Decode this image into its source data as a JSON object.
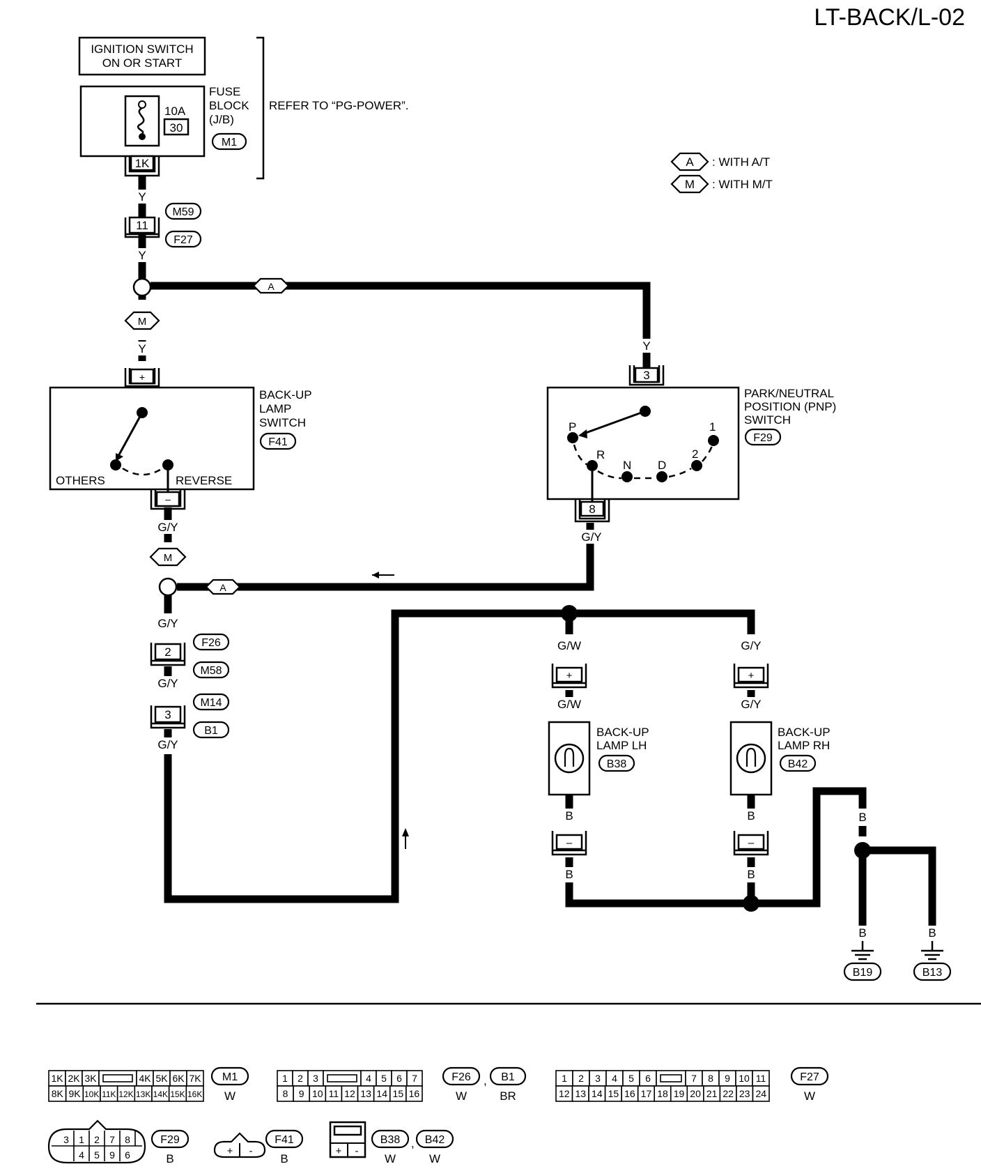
{
  "page": {
    "code": "LT-BACK/L-02"
  },
  "power": {
    "ignition_line1": "IGNITION SWITCH",
    "ignition_line2": "ON OR START",
    "fuse_block_line1": "FUSE",
    "fuse_block_line2": "BLOCK",
    "fuse_block_line3": "(J/B)",
    "fuse_rating": "10A",
    "fuse_number": "30",
    "fuse_connector": "M1",
    "fuse_terminal": "1K",
    "refer_note": "REFER TO “PG-POWER”."
  },
  "legend": [
    {
      "code": "A",
      "text": ": WITH A/T"
    },
    {
      "code": "M",
      "text": ": WITH M/T"
    }
  ],
  "wires": {
    "y": "Y",
    "gy": "G/Y",
    "gw": "G/W",
    "b": "B"
  },
  "connectors": {
    "m59": "M59",
    "f27": "F27",
    "pin11": "11",
    "f26": "F26",
    "m58": "M58",
    "pin2": "2",
    "m14": "M14",
    "b1": "B1",
    "pin3": "3"
  },
  "backup_switch": {
    "line1": "BACK-UP",
    "line2": "LAMP",
    "line3": "SWITCH",
    "connector": "F41",
    "plus": "+",
    "minus": "–",
    "others": "OTHERS",
    "reverse": "REVERSE"
  },
  "pnp_switch": {
    "line1": "PARK/NEUTRAL",
    "line2": "POSITION (PNP)",
    "line3": "SWITCH",
    "connector": "F29",
    "pin_in": "3",
    "pin_out": "8",
    "positions": [
      "P",
      "R",
      "N",
      "D",
      "2",
      "1"
    ]
  },
  "lamp_lh": {
    "line1": "BACK-UP",
    "line2": "LAMP LH",
    "connector": "B38",
    "plus": "+",
    "minus": "–"
  },
  "lamp_rh": {
    "line1": "BACK-UP",
    "line2": "LAMP RH",
    "connector": "B42",
    "plus": "+",
    "minus": "–"
  },
  "grounds": [
    "B19",
    "B13"
  ],
  "connector_views": {
    "m1": {
      "top": [
        "1K",
        "2K",
        "3K",
        "4K",
        "5K",
        "6K",
        "7K"
      ],
      "bottom": [
        "8K",
        "9K",
        "10K",
        "11K",
        "12K",
        "13K",
        "14K",
        "15K",
        "16K"
      ],
      "id": "M1",
      "color": "W"
    },
    "f26b1": {
      "top": [
        "1",
        "2",
        "3",
        "4",
        "5",
        "6",
        "7"
      ],
      "bottom": [
        "8",
        "9",
        "10",
        "11",
        "12",
        "13",
        "14",
        "15",
        "16"
      ],
      "id1": "F26",
      "sep": ",",
      "id2": "B1",
      "color1": "W",
      "color2": "BR"
    },
    "f27": {
      "top": [
        "1",
        "2",
        "3",
        "4",
        "5",
        "6",
        "7",
        "8",
        "9",
        "10",
        "11"
      ],
      "bottom": [
        "12",
        "13",
        "14",
        "15",
        "16",
        "17",
        "18",
        "19",
        "20",
        "21",
        "22",
        "23",
        "24"
      ],
      "id": "F27",
      "color": "W"
    },
    "f29": {
      "top": [
        "3",
        "1",
        "2",
        "7",
        "8"
      ],
      "bottom": [
        "4",
        "5",
        "9",
        "6"
      ],
      "id": "F29",
      "color": "B"
    },
    "f41": {
      "pins": [
        "+",
        "-"
      ],
      "id": "F41",
      "color": "B"
    },
    "b38b42": {
      "pins": [
        "+",
        "-"
      ],
      "id1": "B38",
      "sep": ",",
      "id2": "B42",
      "color1": "W",
      "color2": "W"
    }
  }
}
